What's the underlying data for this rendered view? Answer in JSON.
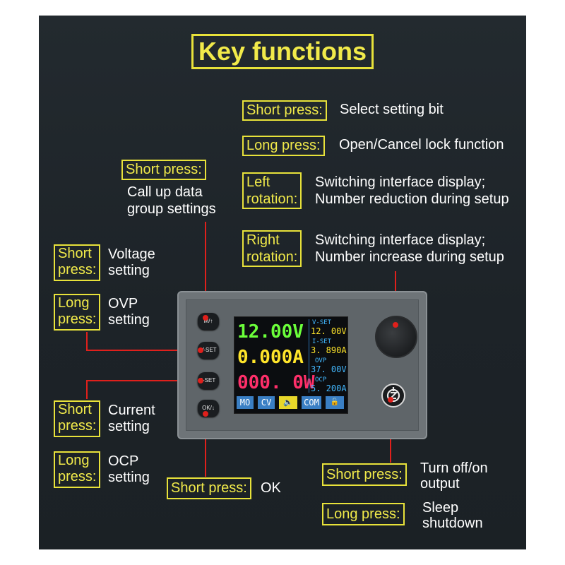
{
  "title": "Key functions",
  "right_labels": [
    {
      "tag": "Short press:",
      "desc": "Select setting bit"
    },
    {
      "tag": "Long press:",
      "desc": "Open/Cancel lock function"
    },
    {
      "tag1": "Left",
      "tag2": "rotation:",
      "desc1": "Switching interface display;",
      "desc2": "Number reduction during setup"
    },
    {
      "tag1": "Right",
      "tag2": "rotation:",
      "desc1": "Switching interface display;",
      "desc2": "Number increase during setup"
    }
  ],
  "top_mid": {
    "tag": "Short press:",
    "desc1": "Call up data",
    "desc2": "group settings"
  },
  "left_labels": [
    {
      "tag1": "Short",
      "tag2": "press:",
      "desc1": "Voltage",
      "desc2": "setting"
    },
    {
      "tag1": "Long",
      "tag2": "press:",
      "desc1": "OVP",
      "desc2": "setting"
    },
    {
      "tag1": "Short",
      "tag2": "press:",
      "desc1": "Current",
      "desc2": "setting"
    },
    {
      "tag1": "Long",
      "tag2": "press:",
      "desc1": "OCP",
      "desc2": "setting"
    }
  ],
  "bottom_mid": {
    "tag": "Short press:",
    "desc": "OK"
  },
  "power_labels": [
    {
      "tag": "Short press:",
      "desc1": "Turn off/on",
      "desc2": "output"
    },
    {
      "tag": "Long press:",
      "desc1": "Sleep",
      "desc2": "shutdown"
    }
  ],
  "buttons": [
    "M/↑",
    "V-SET",
    "I-SET",
    "OK/↓"
  ],
  "screen": {
    "voltage": "12.00V",
    "current": "0.000A",
    "power": "000. 0W",
    "vset_label": "V-SET",
    "vset_value": "12. 00V",
    "iset_label": "I-SET",
    "iset_value": "3. 890A",
    "ovp_label": "OVP",
    "ovp_value": "37. 00V",
    "ocp_label": "OCP",
    "ocp_value": "5. 200A",
    "status": [
      "MO",
      "CV",
      "COM"
    ]
  },
  "colors": {
    "accent": "#f1ea4a",
    "line": "#e0201c",
    "voltage": "#6bff3a",
    "current": "#ffe52a",
    "power": "#ff2f6a",
    "side": "#43b8ff"
  }
}
